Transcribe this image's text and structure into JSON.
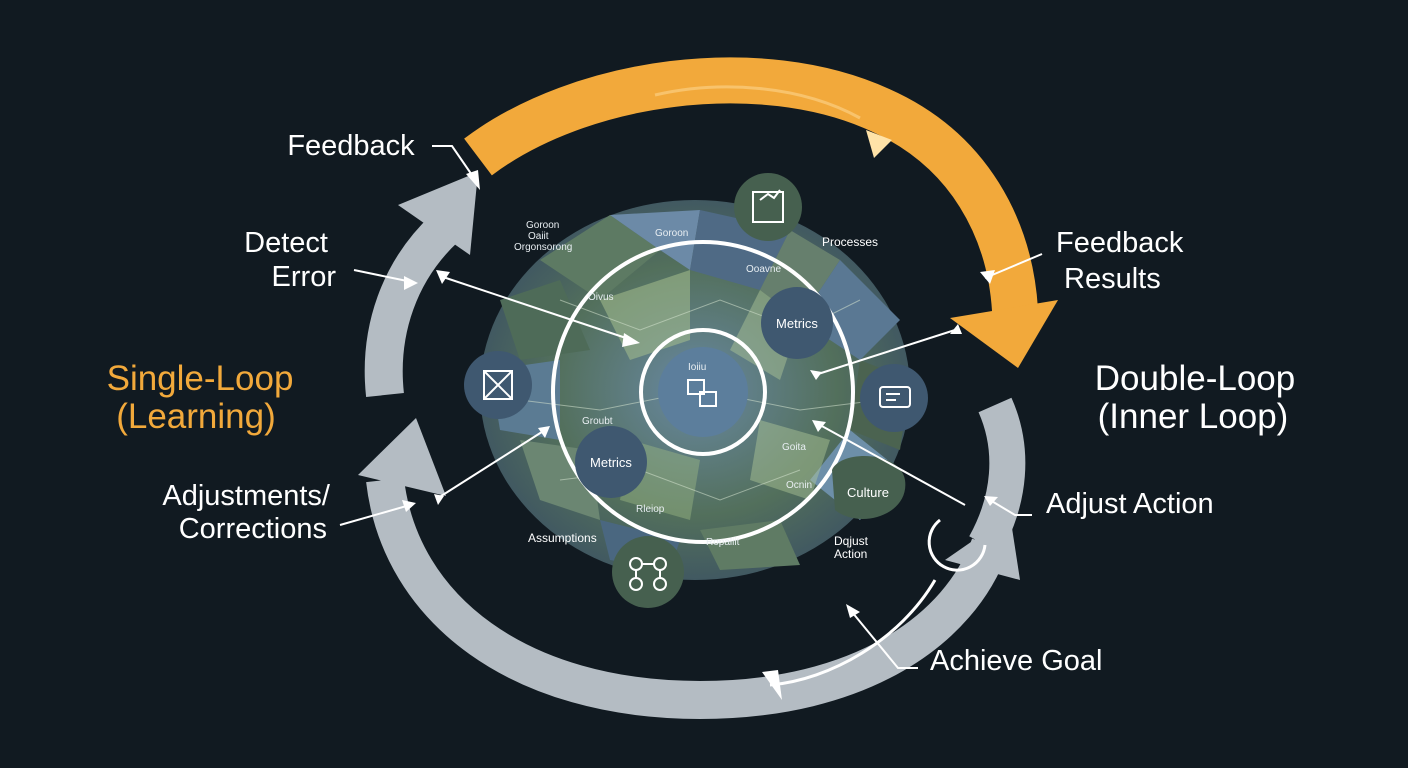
{
  "left_group": {
    "title_line1": "Single-Loop",
    "title_line2": "(Learning)",
    "feedback": "Feedback",
    "detect_error_line1": "Detect",
    "detect_error_line2": "Error",
    "adjustments_line1": "Adjustments/",
    "adjustments_line2": "Corrections"
  },
  "right_group": {
    "title_line1": "Double-Loop",
    "title_line2": "(Inner Loop)",
    "feedback_results_line1": "Feedback",
    "feedback_results_line2": "Results",
    "adjust_action": "Adjust Action",
    "achieve_goal": "Achieve Goal"
  },
  "center": {
    "metrics_upper": "Metrics",
    "metrics_lower": "Metrics",
    "culture": "Culture",
    "processes": "Processes",
    "assumptions": "Assumptions",
    "adjust_action_line1": "Dqjust",
    "adjust_action_line2": "Action",
    "tiny_labels": [
      "Goroon",
      "Oaiit",
      "Orgonsorong",
      "Goroon",
      "Ooavne",
      "Oivus",
      "Groubt",
      "Goita",
      "Ocnin",
      "Rleiop",
      "Ropaliit",
      "Ioiiu"
    ]
  },
  "colors": {
    "background": "#111a21",
    "single_loop_accent": "#f2a93b",
    "loop_gray": "#b4bcc3",
    "ring": "#ffffff",
    "node_green": "#46604f",
    "node_blue": "#3f5870"
  },
  "icons": [
    "chart-icon",
    "processes-icon",
    "cross-box-icon",
    "chat-icon",
    "network-icon",
    "cog-icon"
  ]
}
